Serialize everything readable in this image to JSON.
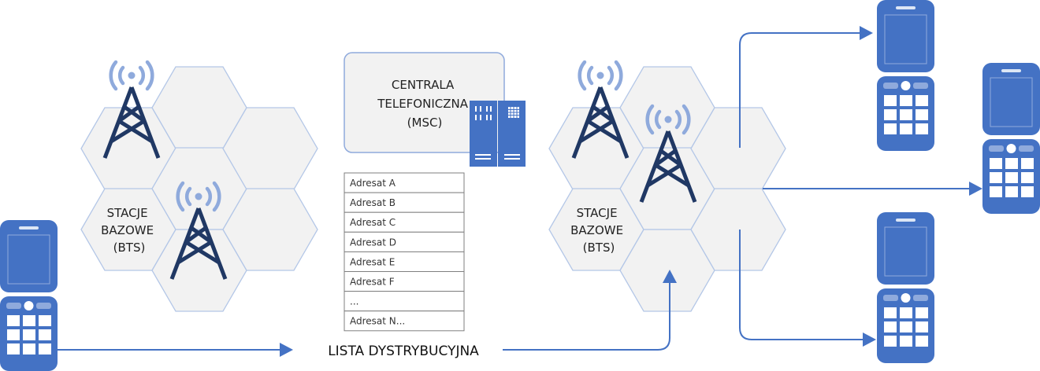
{
  "colors": {
    "accent": "#4472c4",
    "tower": "#203864",
    "waves": "#8faadc",
    "cell_fill": "#f2f2f2",
    "cell_stroke": "#b4c7e7"
  },
  "left_cluster": {
    "label_lines": [
      "STACJE",
      "BAZOWE",
      "(BTS)"
    ]
  },
  "right_cluster": {
    "label_lines": [
      "STACJE",
      "BAZOWE",
      "(BTS)"
    ]
  },
  "msc": {
    "label_lines": [
      "CENTRALA",
      "TELEFONICZNA",
      "(MSC)"
    ],
    "icon": "server-icon"
  },
  "distribution_list": {
    "caption": "LISTA DYSTRYBUCYJNA",
    "rows": [
      "Adresat A",
      "Adresat B",
      "Adresat C",
      "Adresat D",
      "Adresat E",
      "Adresat F",
      "...",
      "Adresat N..."
    ]
  },
  "icons": {
    "phone": "mobile-phone-icon",
    "tower": "cell-tower-icon"
  }
}
